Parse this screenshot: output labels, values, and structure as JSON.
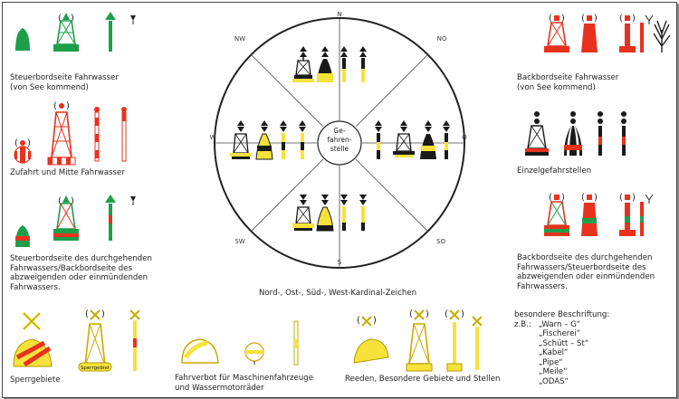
{
  "labels": {
    "steuerbord_1": "Steuerbordseite Fahrwasser",
    "steuerbord_2": "(von See kommend)",
    "backbord_1": "Backbordseite Fahrwasser",
    "backbord_2": "(von See kommend)",
    "zufahrt": "Zufahrt und Mitte Fahrwasser",
    "einzelgefahr": "Einzelgefahrstellen",
    "stb_durch_1": "Steuerbordseite des durchgehenden",
    "stb_durch_2": "Fahrwassers/Backbordseite des",
    "stb_durch_3": "abzweigenden oder einmündenden",
    "stb_durch_4": "Fahrwassers.",
    "bb_durch_1": "Backbordseite des durchgehenden",
    "bb_durch_2": "Fahrwassers/Steuerbordseite des",
    "bb_durch_3": "abzweigenden oder einmündenden",
    "bb_durch_4": "Fahrwassers.",
    "kardinal": "Nord-, Ost-, Süd-, West-Kardinal-Zeichen",
    "gefahren_1": "Ge-",
    "gefahren_2": "fahren-",
    "gefahren_3": "stelle",
    "sperr": "Sperrgebiete",
    "sperr_buoy_text": "Sperrgebiet",
    "fahrverbot_1": "Fahrverbot für Maschinenfahrzeuge",
    "fahrverbot_2": "und Wassermotorräder",
    "reeden": "Reeden, Besondere Gebiete und Stellen",
    "beschriftung_title": "besondere Beschriftung:",
    "beschriftung_zb": "z.B.:",
    "beschriftung_items": [
      "„Warn – G“",
      "„Fischerei“",
      "„Schütt – St“",
      "„Kabel“",
      "„Pipe“",
      "„Meile“",
      "„ODAS“"
    ]
  },
  "compass": {
    "n": "N",
    "no": "NO",
    "o": "O",
    "so": "SO",
    "s": "S",
    "sw": "SW",
    "w": "W",
    "nw": "NW"
  },
  "colors": {
    "green": "#1f9e4a",
    "red": "#e8321e",
    "yellow": "#f7e23c",
    "black": "#1a1a1a"
  }
}
